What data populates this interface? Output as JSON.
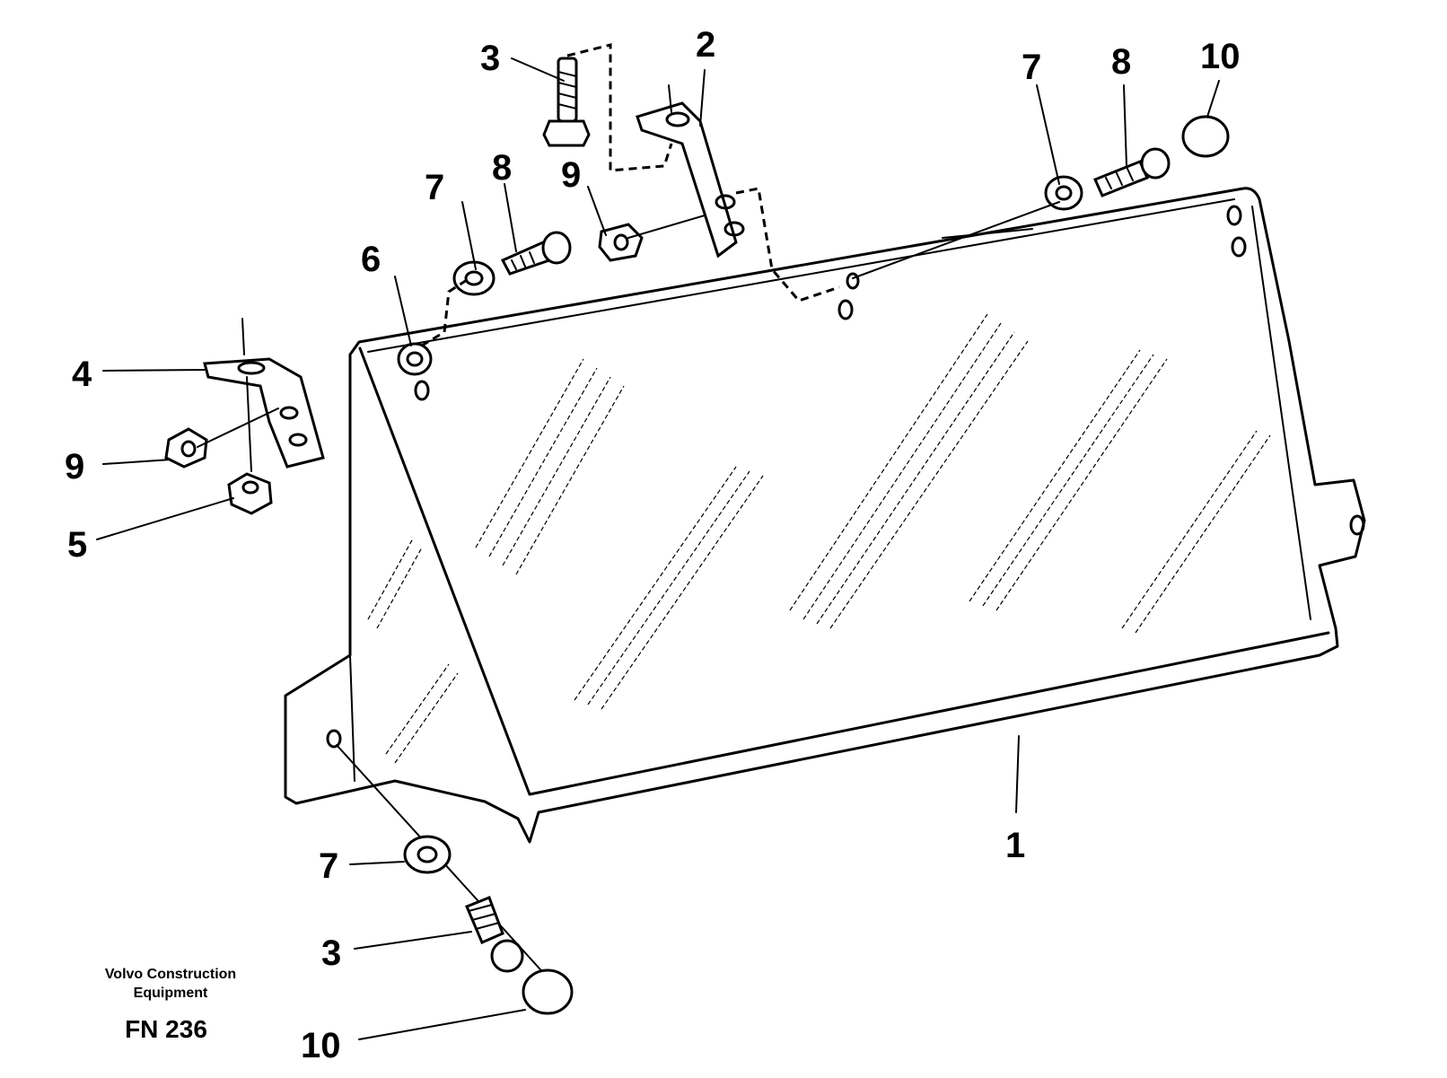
{
  "callouts": {
    "c1": "1",
    "c2": "2",
    "c3_top": "3",
    "c3_bottom": "3",
    "c4": "4",
    "c5": "5",
    "c6": "6",
    "c7_left": "7",
    "c7_right": "7",
    "c7_bottom": "7",
    "c8_left": "8",
    "c8_right": "8",
    "c9_upper": "9",
    "c9_left": "9",
    "c10_right": "10",
    "c10_bottom": "10"
  },
  "credit": {
    "line1": "Volvo Construction",
    "line2": "Equipment",
    "code": "FN 236"
  }
}
